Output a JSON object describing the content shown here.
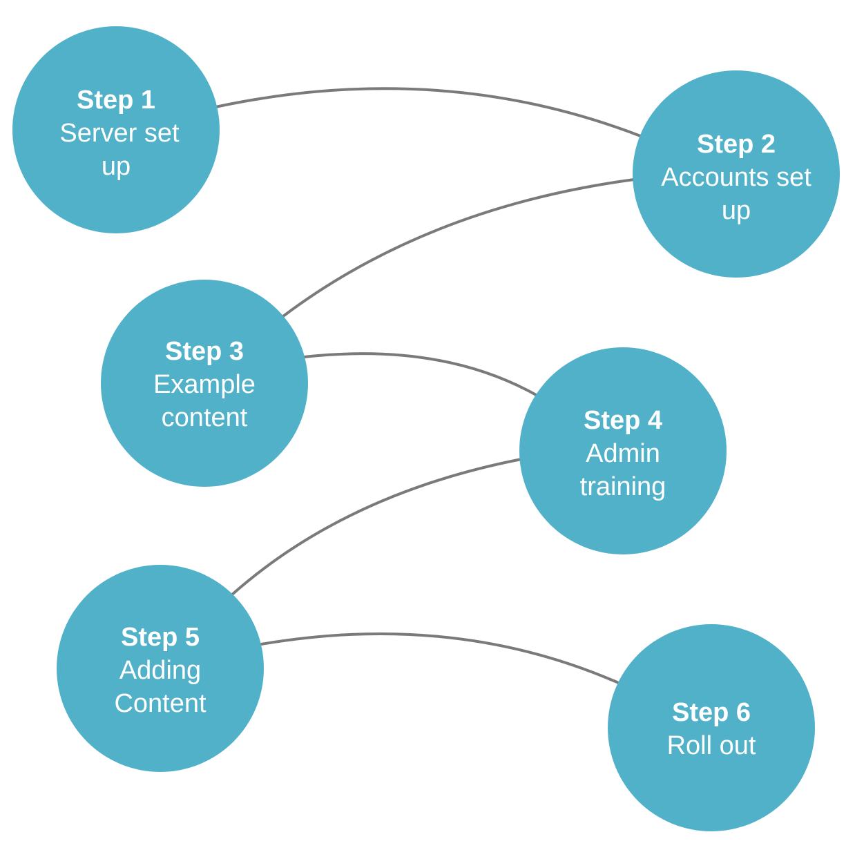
{
  "diagram": {
    "colors": {
      "node_fill": "#51b1c9",
      "node_text": "#ffffff",
      "connector": "#7a7a7a",
      "background": "#ffffff"
    },
    "steps": [
      {
        "title": "Step 1",
        "lines": [
          "Server set",
          "up"
        ]
      },
      {
        "title": "Step 2",
        "lines": [
          "Accounts set",
          "up"
        ]
      },
      {
        "title": "Step 3",
        "lines": [
          "Example",
          "content"
        ]
      },
      {
        "title": "Step 4",
        "lines": [
          "Admin",
          "training"
        ]
      },
      {
        "title": "Step 5",
        "lines": [
          "Adding",
          "Content"
        ]
      },
      {
        "title": "Step 6",
        "lines": [
          "Roll out"
        ]
      }
    ],
    "connections": [
      {
        "from": "Step 1",
        "to": "Step 2"
      },
      {
        "from": "Step 2",
        "to": "Step 3"
      },
      {
        "from": "Step 3",
        "to": "Step 4"
      },
      {
        "from": "Step 4",
        "to": "Step 5"
      },
      {
        "from": "Step 5",
        "to": "Step 6"
      }
    ]
  }
}
